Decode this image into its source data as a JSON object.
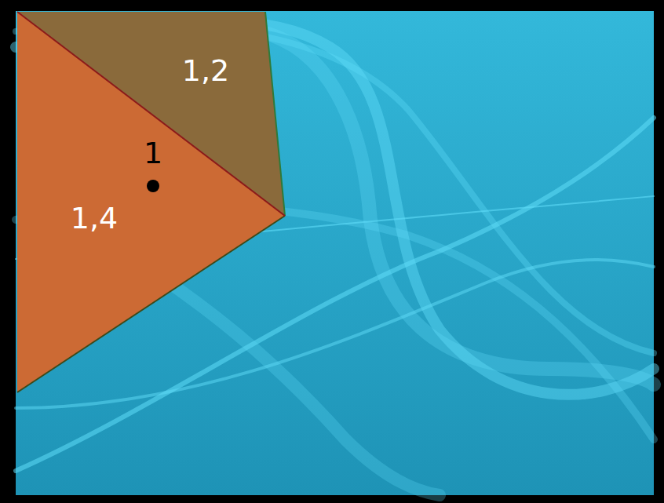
{
  "diagram": {
    "nodes": [
      {
        "text": [
          "1,2"
        ]
      },
      {
        "text": [
          "1,4"
        ]
      }
    ],
    "labels": [
      "1"
    ]
  }
}
